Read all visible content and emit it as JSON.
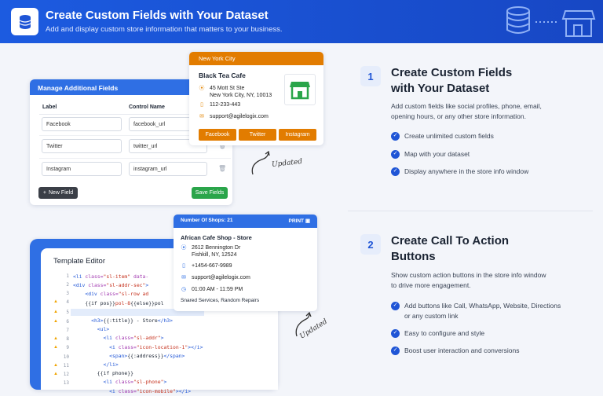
{
  "banner": {
    "title": "Create Custom Fields with Your Dataset",
    "subtitle": "Add and display custom store information that matters to your business."
  },
  "fields_panel": {
    "header": "Manage Additional Fields",
    "col_label": "Label",
    "col_control": "Control Name",
    "rows": [
      {
        "label": "Facebook",
        "control": "facebook_url"
      },
      {
        "label": "Twitter",
        "control": "twitter_url"
      },
      {
        "label": "Instagram",
        "control": "instagram_url"
      }
    ],
    "new_field": "New Field",
    "save_fields": "Save Fields"
  },
  "store_card": {
    "header": "New York City",
    "name": "Black Tea Cafe",
    "address_1": "45 Mott St Ste",
    "address_2": "New York City, NY, 10013",
    "phone": "112-233-443",
    "email": "support@agilelogix.com",
    "buttons": [
      "Facebook",
      "Twitter",
      "Instagram"
    ]
  },
  "updated_label": "Updated",
  "editor": {
    "title": "Template Editor",
    "line_numbers": [
      "1",
      "2",
      "3",
      "4",
      "5",
      "6",
      "7",
      "8",
      "9",
      "10",
      "11",
      "12",
      "13"
    ]
  },
  "shops_card": {
    "header": "Number Of Shops: 21",
    "print": "PRINT",
    "name": "African Cafe Shop - Store",
    "address_1": "2612 Bennington Dr",
    "address_2": "Fishkill, NY, 12524",
    "phone": "+1454-667-9989",
    "email": "support@agilelogix.com",
    "hours": "01:00 AM - 11:59 PM",
    "categories": "Snared Services, Random Repairs"
  },
  "section1": {
    "number": "1",
    "title_line1": "Create Custom Fields",
    "title_line2": "with Your Dataset",
    "desc_line1": "Add custom fields like social profiles, phone, email,",
    "desc_line2": "opening hours, or any other store information.",
    "bullets": [
      "Create unlimited custom fields",
      "Map with your dataset",
      "Display anywhere in the store info window"
    ]
  },
  "section2": {
    "number": "2",
    "title_line1": "Create Call To Action",
    "title_line2": "Buttons",
    "desc_line1": "Show custom action buttons in the store info window",
    "desc_line2": "to drive more engagement.",
    "bullet1_line1": "Add buttons like Call, WhatsApp, Website, Directions",
    "bullet1_line2": "or any custom link",
    "bullets": [
      "Easy to configure and style",
      "Boost user interaction and conversions"
    ]
  },
  "colors": {
    "brand_blue": "#1c5be0",
    "accent_orange": "#e27c00",
    "save_green": "#2aa54a"
  }
}
